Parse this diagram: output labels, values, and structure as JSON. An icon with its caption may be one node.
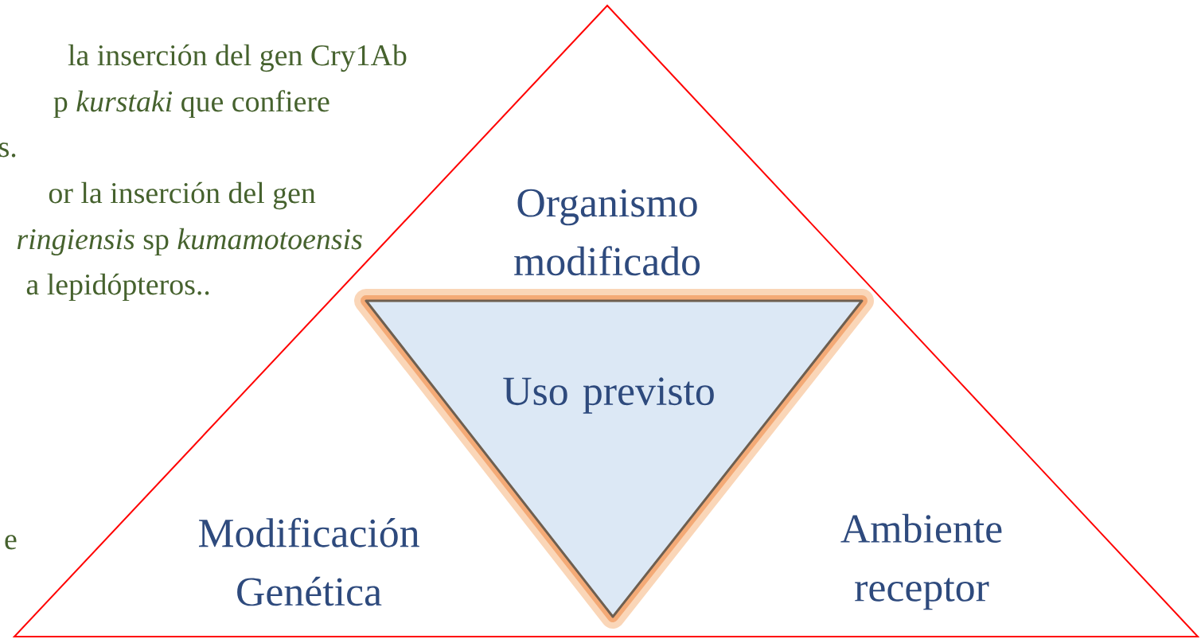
{
  "diagram": {
    "nodes": [
      {
        "text": [],
        "shape": "triangle"
      },
      {
        "text": [
          "Organismo modificado"
        ],
        "in": 0
      },
      {
        "text": [
          "Uso previsto"
        ],
        "in": 0
      },
      {
        "text": [
          "Modificación Genética"
        ],
        "in": 0
      },
      {
        "text": [
          "Ambiente receptor"
        ],
        "in": 0
      }
    ],
    "labels": [
      "la inserción del gen Cry1Ab",
      "p *kurstaki* que confiere",
      "s.",
      "or la inserción del gen",
      "*ringiensis* sp *kumamotoensis*",
      "a lepidópteros..",
      "e"
    ]
  }
}
